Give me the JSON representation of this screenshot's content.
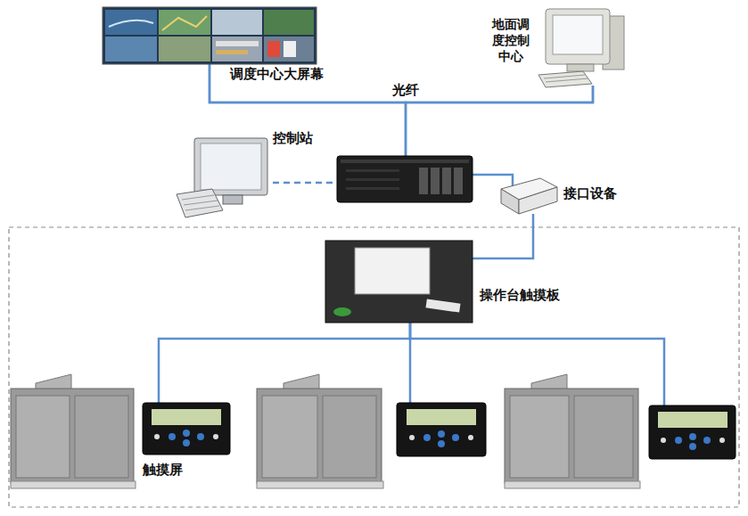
{
  "diagram": {
    "nodes": [
      {
        "text": [
          "调度中心大屏幕"
        ]
      },
      {
        "text": [
          "地面调度控制中心"
        ]
      },
      {
        "text": [
          "控制站"
        ]
      },
      {
        "text": []
      },
      {
        "text": [
          "接口设备"
        ]
      },
      {
        "text": [
          "操作台触摸板"
        ]
      },
      {
        "text": [
          "触摸屏"
        ]
      },
      {
        "text": []
      },
      {
        "text": []
      }
    ],
    "edges": [
      {
        "from": 0,
        "to": 1,
        "label": "光纤",
        "arrow": "none"
      },
      {
        "from": 3,
        "to": 0,
        "arrow": "none"
      },
      {
        "from": 3,
        "to": 1,
        "arrow": "none"
      },
      {
        "from": 2,
        "to": 3,
        "arrow": "none"
      },
      {
        "from": 3,
        "to": 4,
        "arrow": "none"
      },
      {
        "from": 4,
        "to": 5,
        "arrow": "none"
      },
      {
        "from": 5,
        "to": 6,
        "arrow": "none"
      },
      {
        "from": 5,
        "to": 7,
        "arrow": "none"
      },
      {
        "from": 5,
        "to": 8,
        "arrow": "none"
      }
    ]
  }
}
